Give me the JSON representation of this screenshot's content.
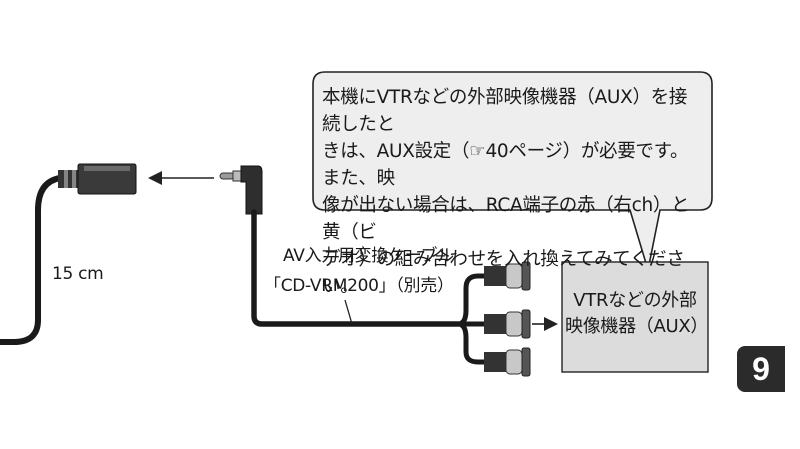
{
  "callout": {
    "lines": [
      "本機にVTRなどの外部映像機器（AUX）を接続したと",
      "きは、AUX設定（☞40ページ）が必要です。また、映",
      "像が出ない場合は、RCA端子の赤（右ch）と黄（ビ",
      "デオ）の組み合わせを入れ換えてみてください。"
    ]
  },
  "length_label": "15 cm",
  "cable_label": {
    "line1": "AV入力用変換ケーブル",
    "line2": "「CD-VRM200」（別売）"
  },
  "device_box": {
    "line1": "VTRなどの外部",
    "line2": "映像機器（AUX）"
  },
  "page_number": "9",
  "colors": {
    "box_fill": "#dcdcdc",
    "callout_fill": "#eeeeee",
    "badge": "#2b2b2b"
  }
}
